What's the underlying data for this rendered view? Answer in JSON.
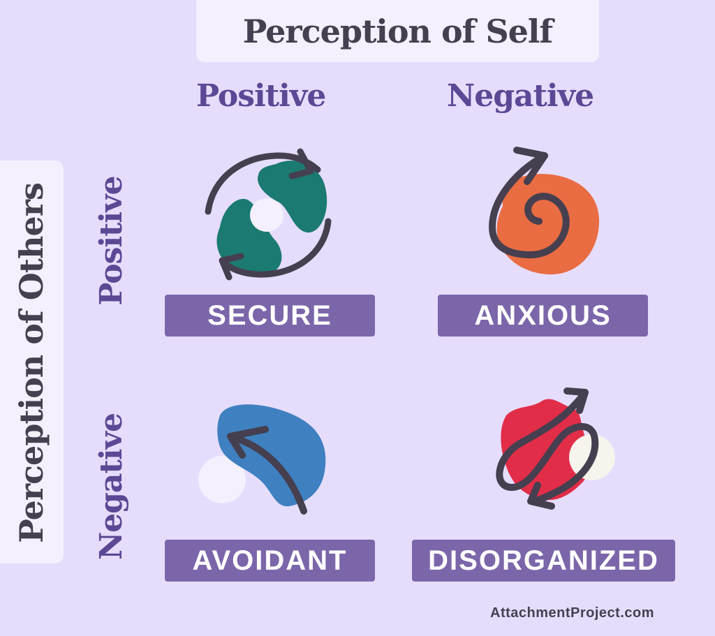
{
  "header": {
    "title": "Perception of Self"
  },
  "columns": [
    {
      "label": "Positive"
    },
    {
      "label": "Negative"
    }
  ],
  "side": {
    "title": "Perception of Others",
    "rows": [
      {
        "label": "Positive"
      },
      {
        "label": "Negative"
      }
    ]
  },
  "quadrants": [
    {
      "label": "SECURE",
      "icon": "cycle-arrows-icon",
      "color": "#1b7a72"
    },
    {
      "label": "ANXIOUS",
      "icon": "spiral-arrow-icon",
      "color": "#e96c42"
    },
    {
      "label": "AVOIDANT",
      "icon": "curved-arrow-away-icon",
      "color": "#3f80c0"
    },
    {
      "label": "DISORGANIZED",
      "icon": "tangled-arrows-icon",
      "color": "#e12d48"
    }
  ],
  "footer": {
    "brand": "AttachmentProject.com"
  },
  "colors": {
    "background": "#e6ddfd",
    "panel": "#f4f0fe",
    "heading": "#5c4894",
    "title_text": "#453f4f",
    "label_bg": "#7b66aa",
    "stroke": "#453f4f"
  }
}
